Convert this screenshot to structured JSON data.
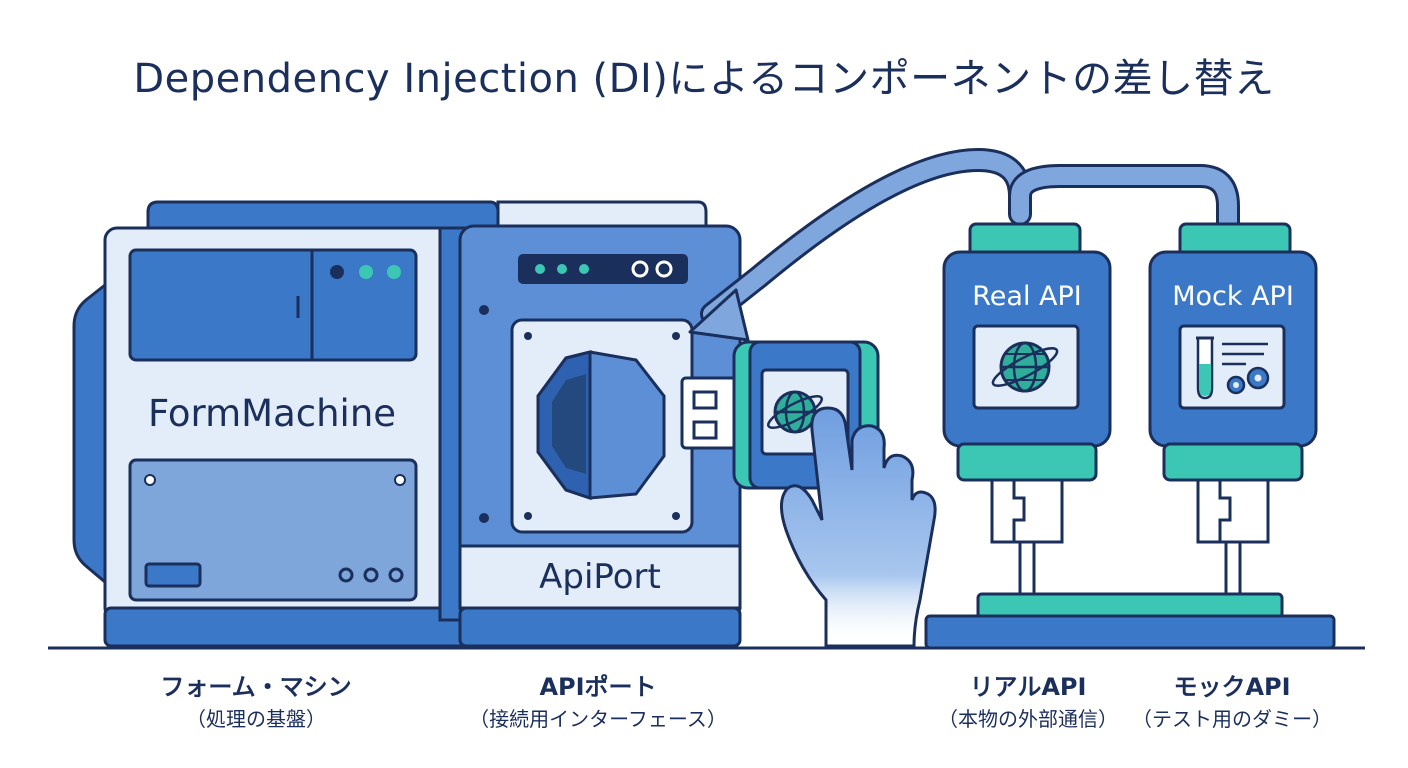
{
  "title": "Dependency Injection (DI)によるコンポーネントの差し替え",
  "components": {
    "form_machine": {
      "label": "FormMachine",
      "caption": "フォーム・マシン",
      "subcaption": "（処理の基盤）"
    },
    "api_port": {
      "label": "ApiPort",
      "caption": "APIポート",
      "subcaption": "（接続用インターフェース）"
    },
    "real_api": {
      "label": "Real API",
      "caption": "リアルAPI",
      "subcaption": "（本物の外部通信）",
      "icon": "globe-icon"
    },
    "mock_api": {
      "label": "Mock API",
      "caption": "モックAPI",
      "subcaption": "（テスト用のダミー）",
      "icon": "test-tube-gears-icon"
    }
  },
  "colors": {
    "primary_blue": "#3b78c8",
    "dark_navy": "#1b2f5c",
    "light_blue": "#dde9f7",
    "teal": "#3cc7b4",
    "arrow_blue": "#7fa7de"
  }
}
